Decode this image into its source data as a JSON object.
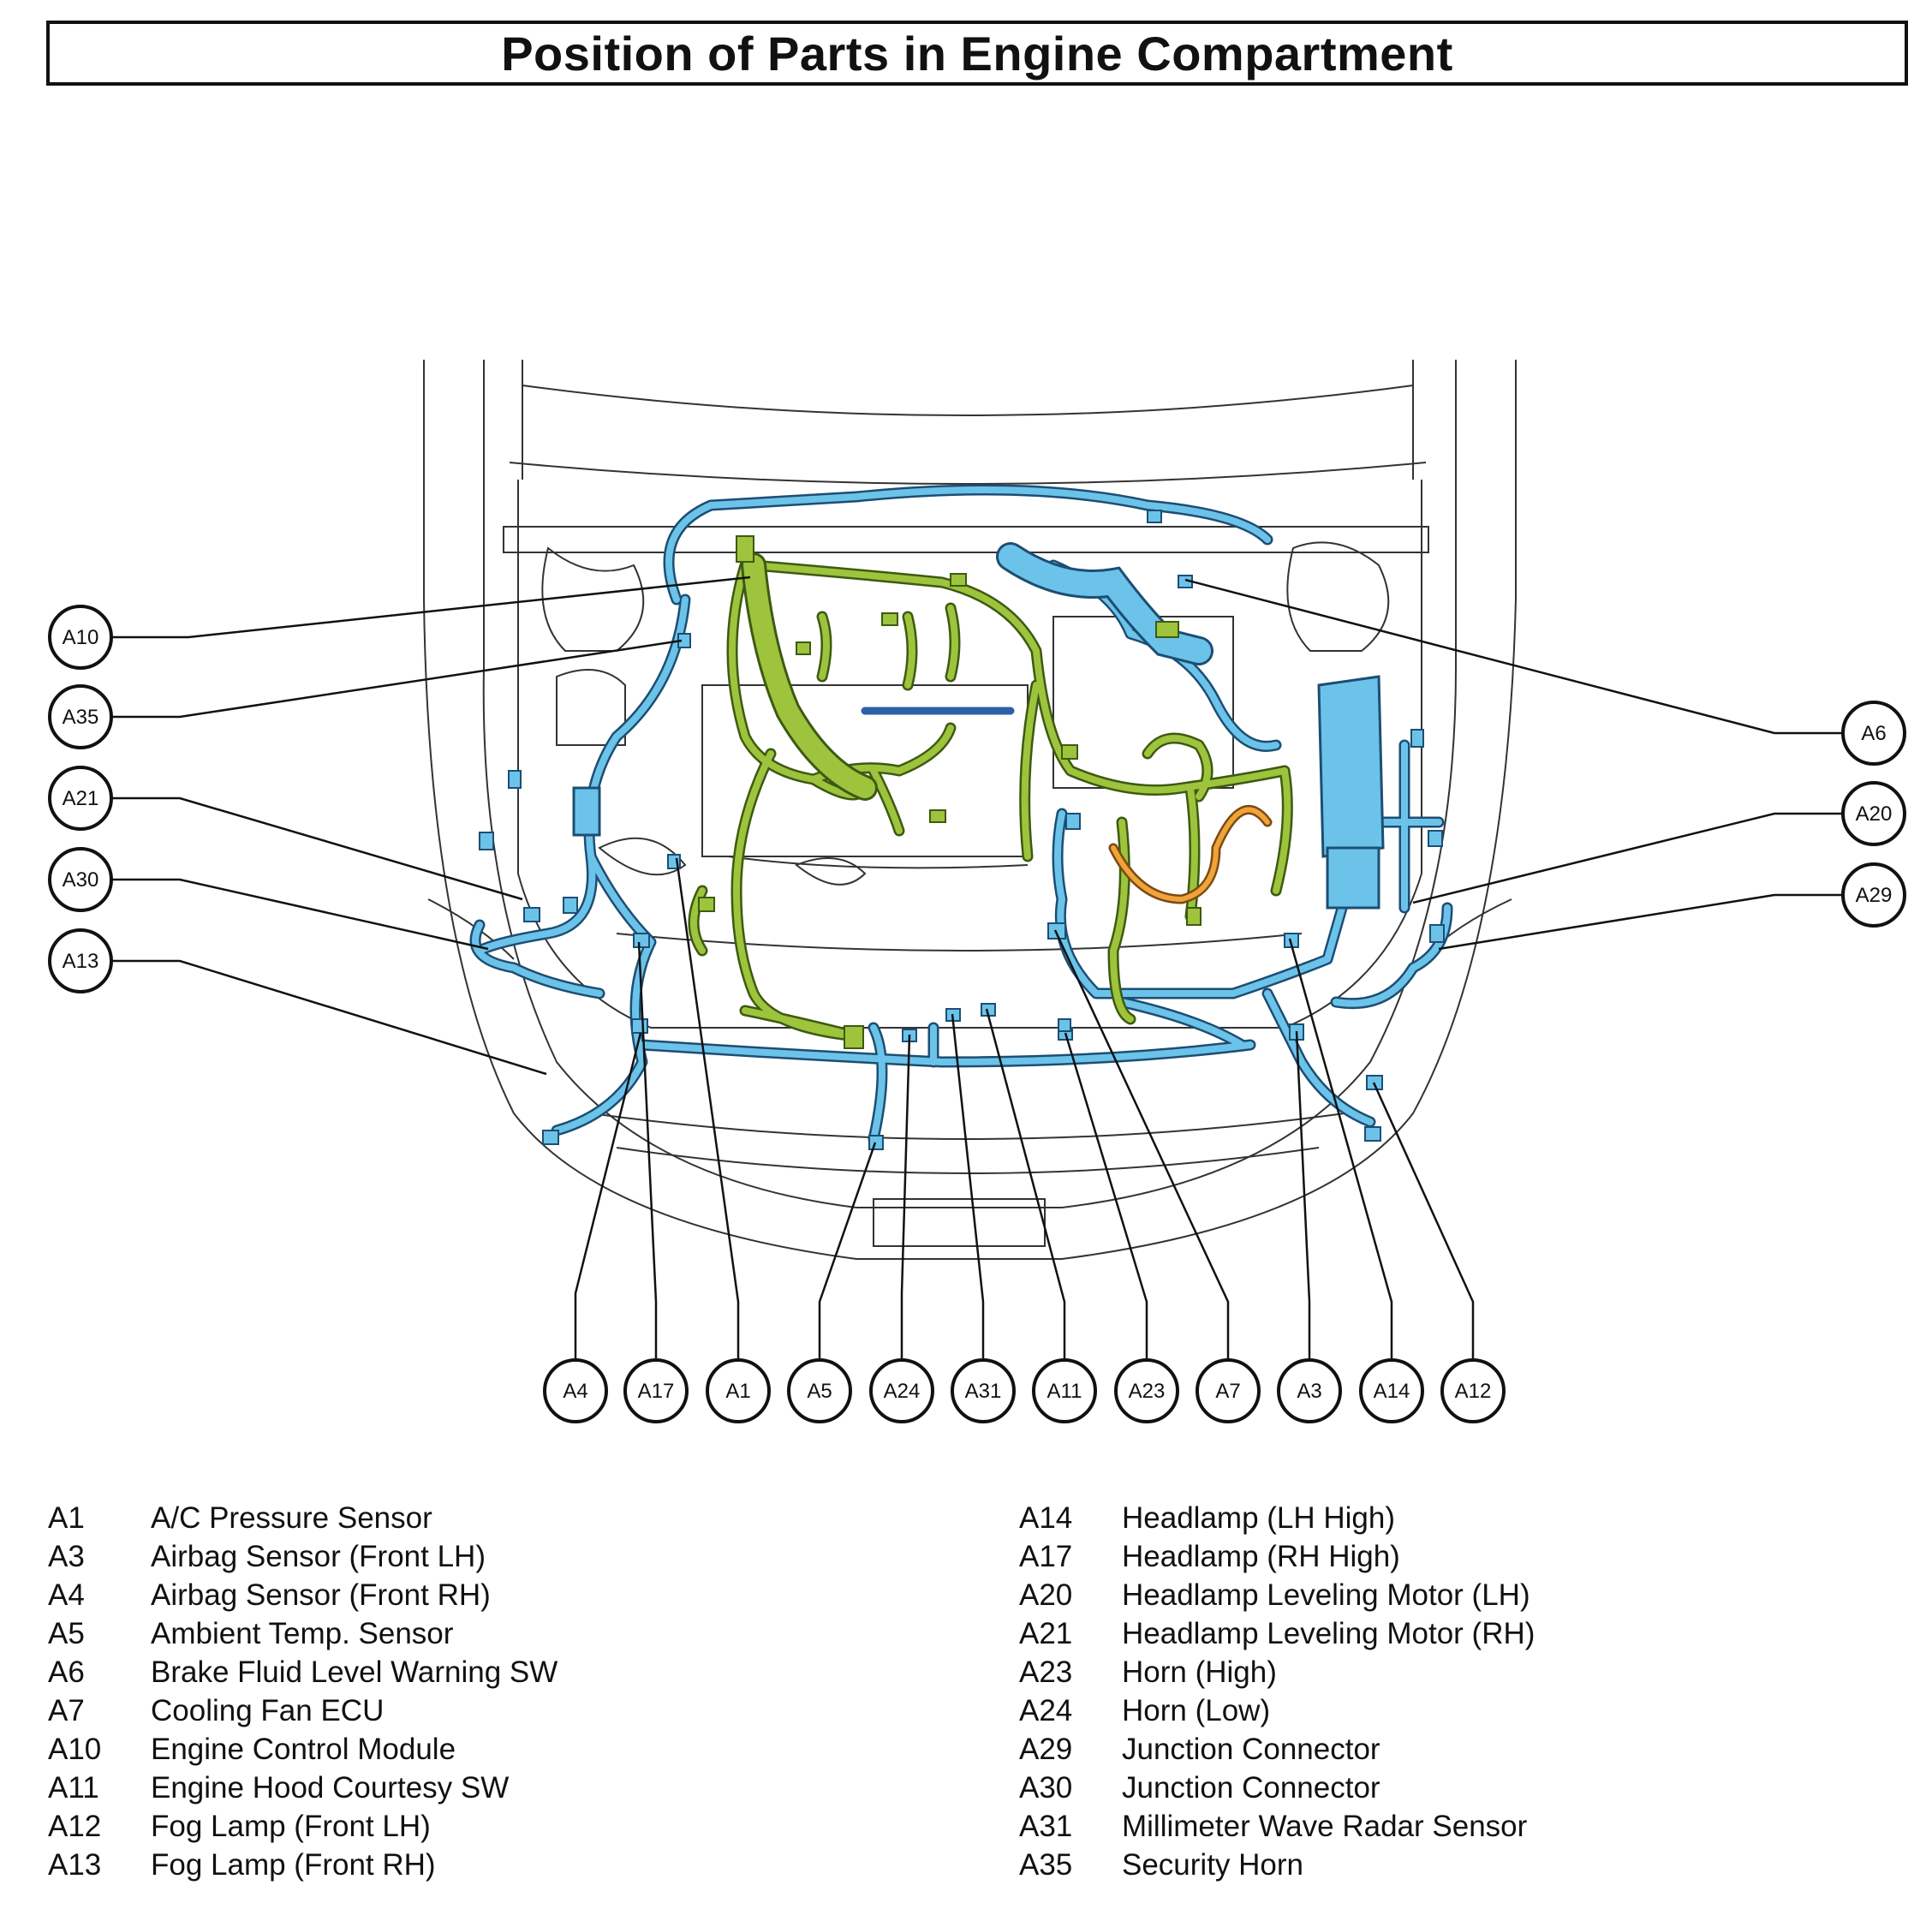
{
  "title": "Position of Parts in Engine Compartment",
  "colors": {
    "harness_green": "#9DC43C",
    "harness_blue": "#6CC3EA",
    "harness_orange": "#F0A33A",
    "harness_darkblue": "#2E5FA8",
    "outline": "#222222"
  },
  "callouts": {
    "A10": "A10",
    "A35": "A35",
    "A21": "A21",
    "A30": "A30",
    "A13": "A13",
    "A6": "A6",
    "A20": "A20",
    "A29": "A29",
    "A4": "A4",
    "A17": "A17",
    "A1": "A1",
    "A5": "A5",
    "A24": "A24",
    "A31": "A31",
    "A11": "A11",
    "A23": "A23",
    "A7": "A7",
    "A3": "A3",
    "A14": "A14",
    "A12": "A12"
  },
  "legend_left": [
    {
      "id": "A1",
      "name": "A/C Pressure Sensor"
    },
    {
      "id": "A3",
      "name": "Airbag Sensor (Front LH)"
    },
    {
      "id": "A4",
      "name": "Airbag Sensor (Front RH)"
    },
    {
      "id": "A5",
      "name": "Ambient Temp. Sensor"
    },
    {
      "id": "A6",
      "name": "Brake Fluid Level Warning SW"
    },
    {
      "id": "A7",
      "name": "Cooling Fan ECU"
    },
    {
      "id": "A10",
      "name": "Engine Control Module"
    },
    {
      "id": "A11",
      "name": "Engine Hood Courtesy SW"
    },
    {
      "id": "A12",
      "name": "Fog Lamp (Front LH)"
    },
    {
      "id": "A13",
      "name": "Fog Lamp (Front RH)"
    }
  ],
  "legend_right": [
    {
      "id": "A14",
      "name": "Headlamp (LH High)"
    },
    {
      "id": "A17",
      "name": "Headlamp (RH High)"
    },
    {
      "id": "A20",
      "name": "Headlamp Leveling Motor (LH)"
    },
    {
      "id": "A21",
      "name": "Headlamp Leveling Motor (RH)"
    },
    {
      "id": "A23",
      "name": "Horn (High)"
    },
    {
      "id": "A24",
      "name": "Horn (Low)"
    },
    {
      "id": "A29",
      "name": "Junction Connector"
    },
    {
      "id": "A30",
      "name": "Junction Connector"
    },
    {
      "id": "A31",
      "name": "Millimeter Wave Radar Sensor"
    },
    {
      "id": "A35",
      "name": "Security Horn"
    }
  ]
}
